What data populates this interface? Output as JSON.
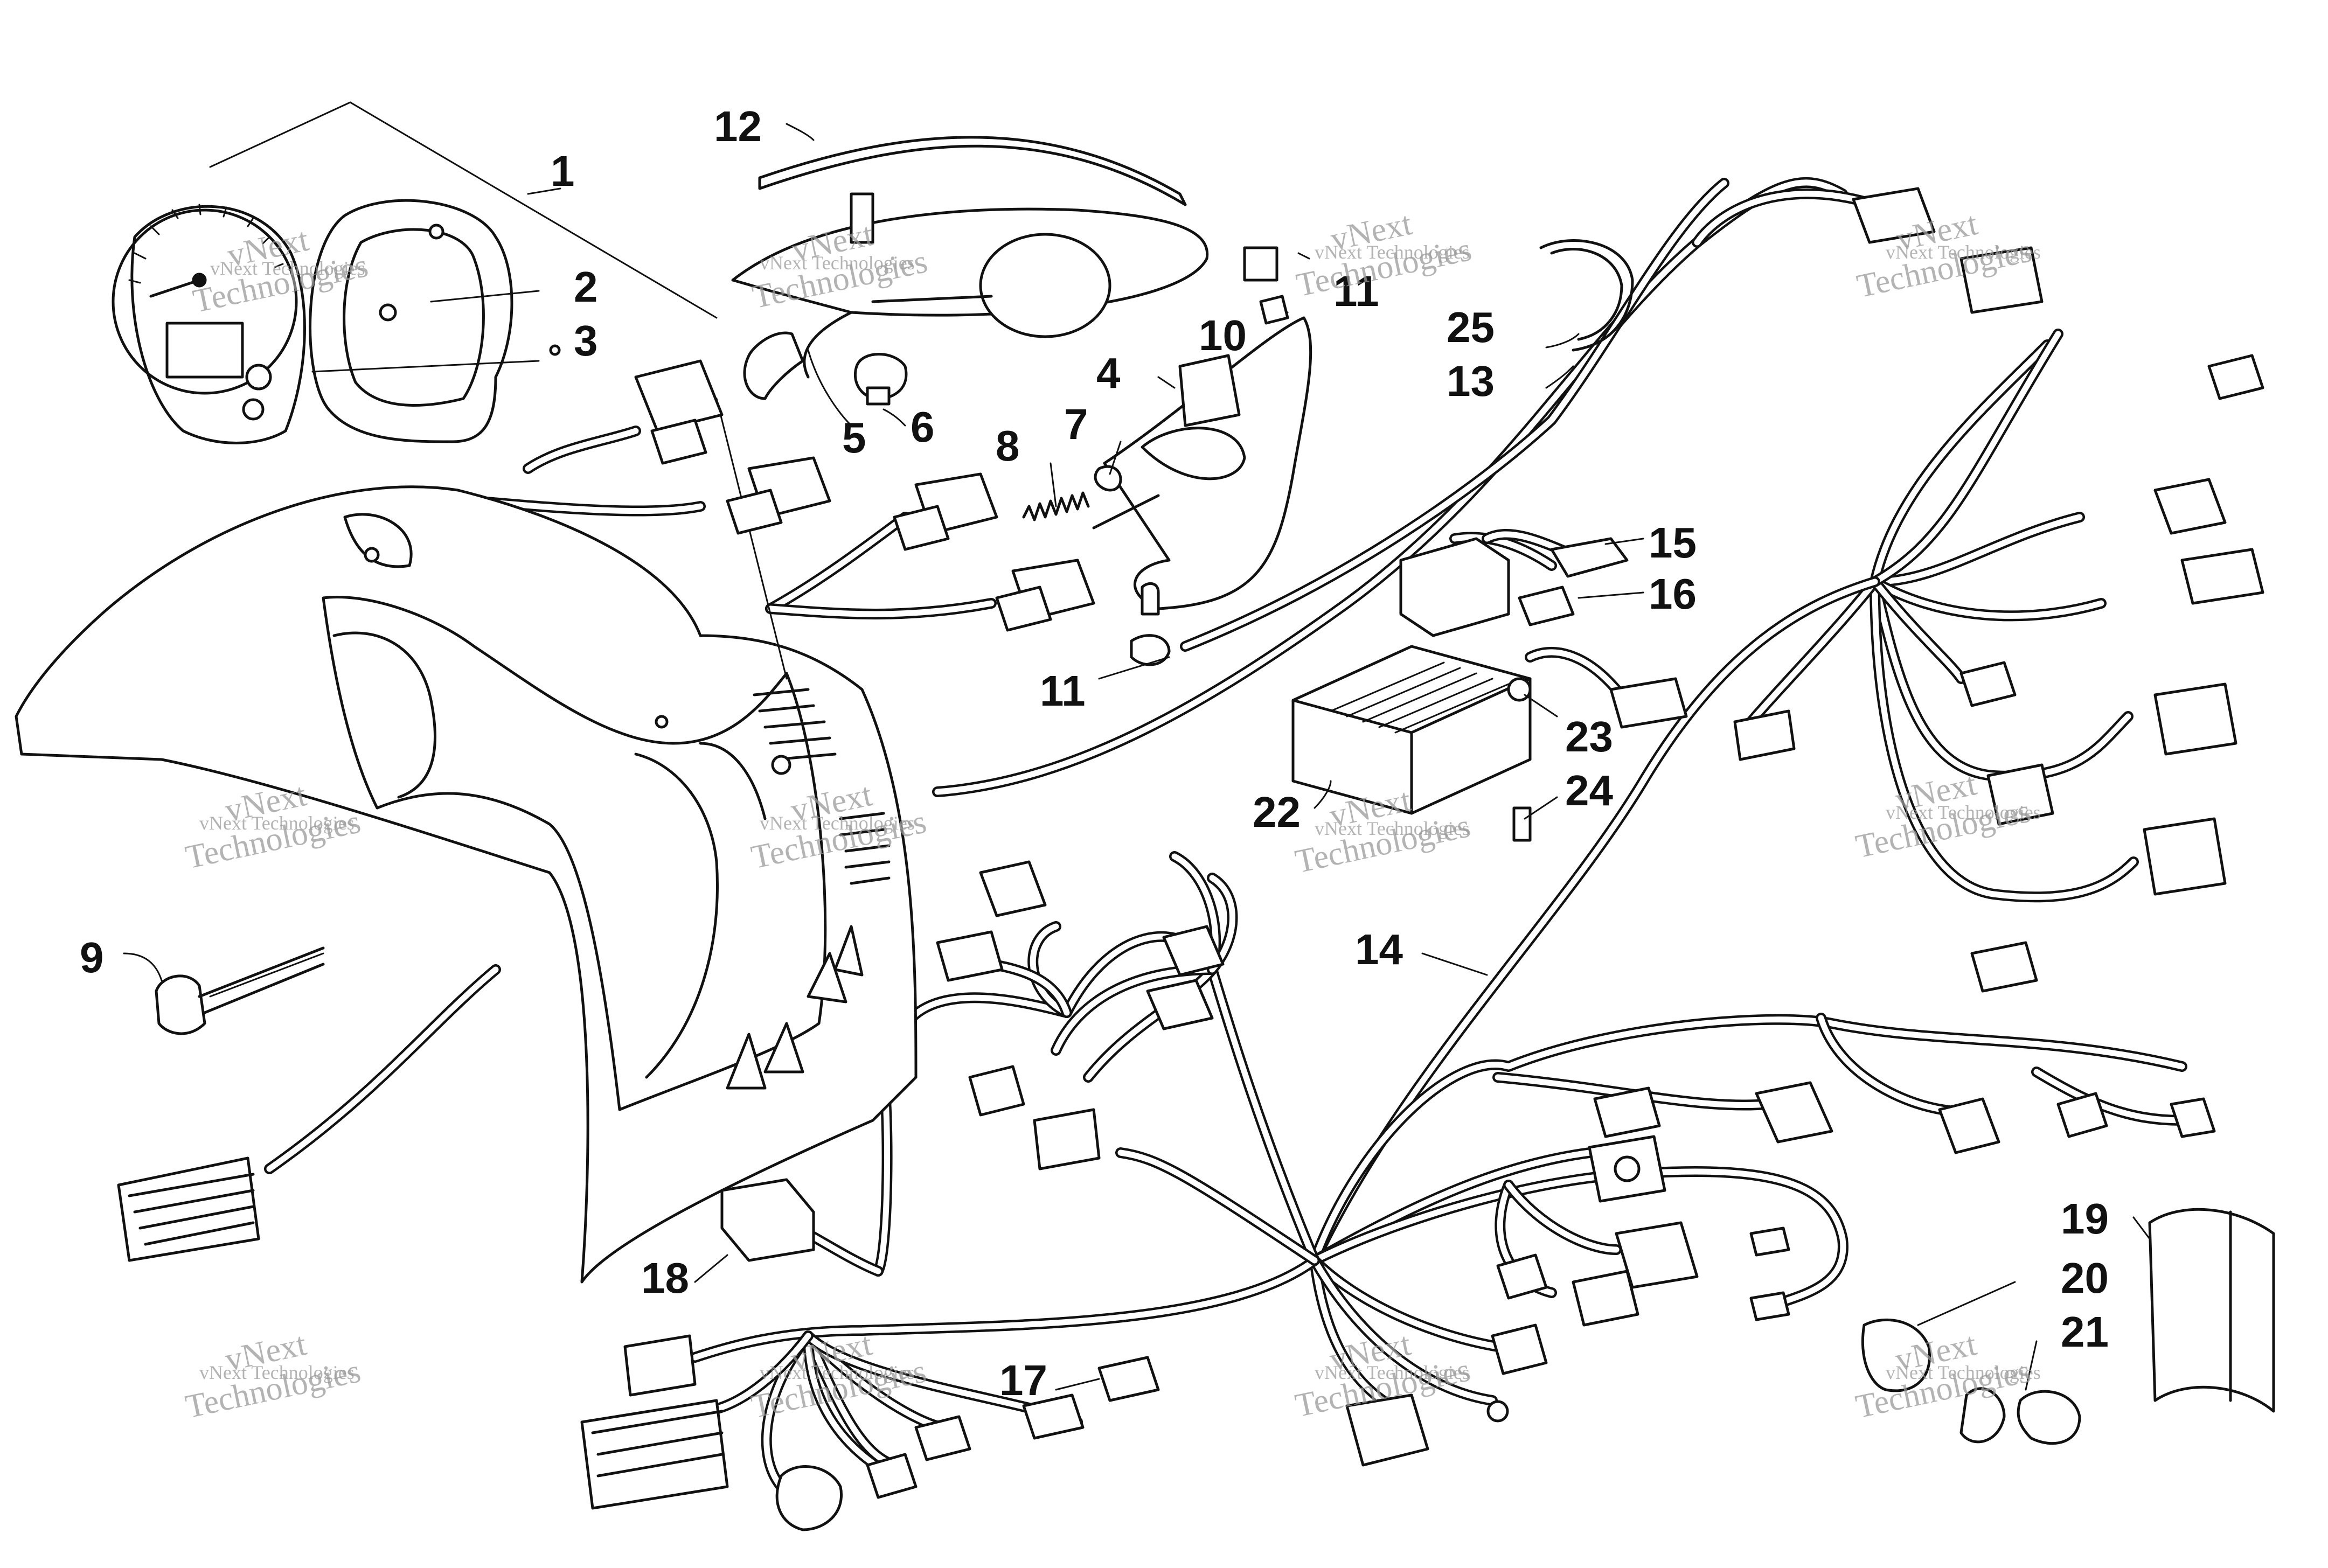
{
  "diagram": {
    "part_labels": [
      "1",
      "2",
      "3",
      "4",
      "5",
      "6",
      "7",
      "8",
      "9",
      "10",
      "11",
      "11",
      "12",
      "13",
      "14",
      "15",
      "16",
      "17",
      "18",
      "19",
      "20",
      "21",
      "22",
      "23",
      "24",
      "25"
    ],
    "watermark": {
      "line1": "vNext",
      "line2": "Technologies",
      "small": "vNext Technologies"
    }
  }
}
